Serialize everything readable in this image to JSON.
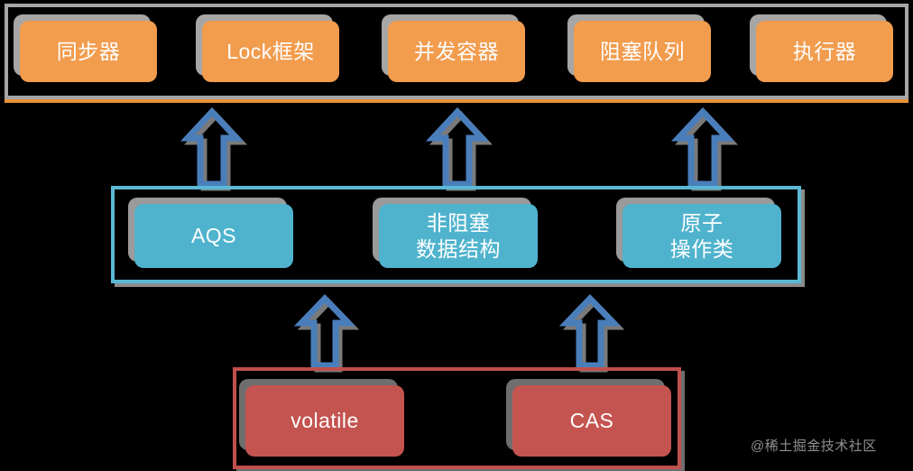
{
  "diagram": {
    "background_color": "#000000",
    "tiers": [
      {
        "id": "api-tier",
        "name": "api-layer",
        "frame_color": "#a6a6a6",
        "accent_color": "#e8923b",
        "node_color": "#f29c4e",
        "shadow_color": "#a6a6a6",
        "nodes": [
          {
            "id": "synchronizer",
            "label": "同步器"
          },
          {
            "id": "lock-framework",
            "label": "Lock框架"
          },
          {
            "id": "concurrent-container",
            "label": "并发容器"
          },
          {
            "id": "blocking-queue",
            "label": "阻塞队列"
          },
          {
            "id": "executor",
            "label": "执行器"
          }
        ]
      },
      {
        "id": "core-tier",
        "name": "core-layer",
        "frame_color": "#5bb8d4",
        "node_color": "#4fb3cd",
        "shadow_color": "#9a9a9a",
        "nodes": [
          {
            "id": "aqs",
            "label": "AQS"
          },
          {
            "id": "nonblocking-datastructure",
            "label": "非阻塞\n数据结构"
          },
          {
            "id": "atomic-operations",
            "label": "原子\n操作类"
          }
        ]
      },
      {
        "id": "base-tier",
        "name": "base-layer",
        "frame_color": "#c0504d",
        "node_color": "#c45450",
        "shadow_color": "#6e6e6e",
        "nodes": [
          {
            "id": "volatile",
            "label": "volatile"
          },
          {
            "id": "cas",
            "label": "CAS"
          }
        ]
      }
    ],
    "arrows": [
      {
        "id": "arrow-aqs-to-sync",
        "name": "arrow-up-aqs-to-api",
        "from": "aqs",
        "to": "synchronizer",
        "direction": "up",
        "color": "#4a7ebb",
        "shadow_color": "#7a7a7a"
      },
      {
        "id": "arrow-nbds-to-container",
        "name": "arrow-up-nonblocking-to-api",
        "from": "nonblocking-datastructure",
        "to": "concurrent-container",
        "direction": "up",
        "color": "#4a7ebb",
        "shadow_color": "#7a7a7a"
      },
      {
        "id": "arrow-atomic-to-queue",
        "name": "arrow-up-atomic-to-api",
        "from": "atomic-operations",
        "to": "blocking-queue",
        "direction": "up",
        "color": "#4a7ebb",
        "shadow_color": "#7a7a7a"
      },
      {
        "id": "arrow-volatile-to-aqs",
        "name": "arrow-up-volatile-to-core",
        "from": "volatile",
        "to": "aqs",
        "direction": "up",
        "color": "#4a7ebb",
        "shadow_color": "#7a7a7a"
      },
      {
        "id": "arrow-cas-to-atomic",
        "name": "arrow-up-cas-to-core",
        "from": "cas",
        "to": "atomic-operations",
        "direction": "up",
        "color": "#4a7ebb",
        "shadow_color": "#7a7a7a"
      }
    ],
    "watermark": {
      "text": "@稀土掘金技术社区",
      "color": "#b9b9b9"
    }
  }
}
